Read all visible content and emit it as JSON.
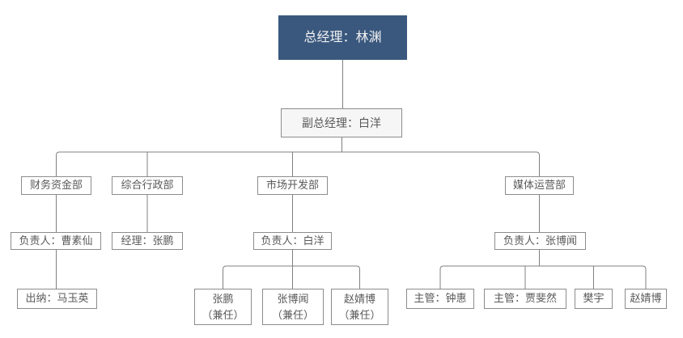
{
  "org_chart": {
    "root": {
      "label": "总经理：林渊"
    },
    "deputy": {
      "label": "副总经理：白洋"
    },
    "departments": [
      {
        "label": "财务资金部"
      },
      {
        "label": "综合行政部"
      },
      {
        "label": "市场开发部"
      },
      {
        "label": "媒体运营部"
      }
    ],
    "leads": [
      {
        "label": "负责人：曹素仙"
      },
      {
        "label": "经理：张鹏"
      },
      {
        "label": "负责人：白洋"
      },
      {
        "label": "负责人：张博闻"
      }
    ],
    "finance_children": [
      {
        "label": "出纳：马玉英"
      }
    ],
    "market_children": [
      {
        "name": "张鹏",
        "note": "（兼任）"
      },
      {
        "name": "张博闻",
        "note": "（兼任）"
      },
      {
        "name": "赵婧博",
        "note": "（兼任）"
      }
    ],
    "media_children": [
      {
        "label": "主管：钟惠"
      },
      {
        "label": "主管：贾斐然"
      },
      {
        "label": "樊宇"
      },
      {
        "label": "赵婧博"
      }
    ]
  },
  "colors": {
    "root_fill": "#3A587E",
    "root_text": "#F2F2F2",
    "deputy_fill": "#F6F6F6",
    "node_fill": "#FFFFFF",
    "node_border": "#8C8C8C",
    "node_text": "#595959",
    "connector": "#808080",
    "background": "#FFFFFF"
  }
}
